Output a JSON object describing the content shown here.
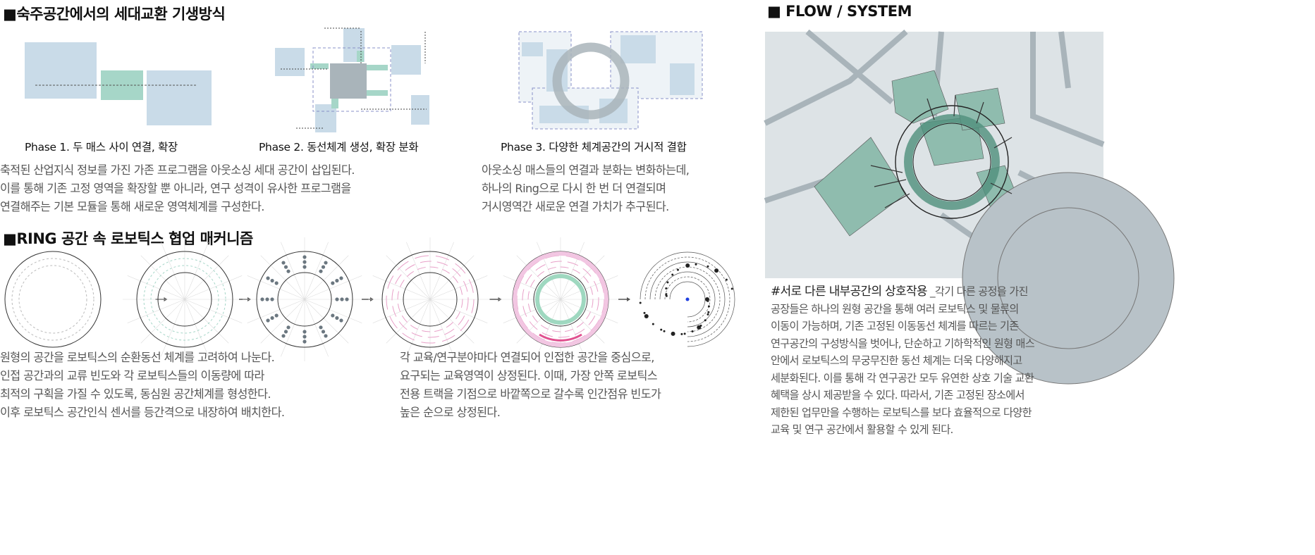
{
  "section1": {
    "title": "■숙주공간에서의 세대교환 기생방식",
    "phases": [
      "Phase 1. 두 매스 사이 연결, 확장",
      "Phase 2. 동선체계 생성, 확장 분화",
      "Phase 3. 다양한 체계공간의 거시적 결합"
    ],
    "para_left": [
      "축적된 산업지식 정보를 가진 가존 프로그램을 아웃소싱 세대 공간이 삽입된다.",
      "이를 통해 기존 고정 영역을 확장할 뿐 아니라, 연구 성격이 유사한 프로그램을",
      "연결해주는 기본 모듈을 통해 새로운 영역체계를 구성한다."
    ],
    "para_right": [
      "아웃소싱 매스들의 연결과 분화는 변화하는데,",
      "하나의 Ring으로 다시 한 번 더 연결되며",
      "거시영역간 새로운 연결 가치가 추구된다."
    ]
  },
  "section2": {
    "title": "■RING 공간 속 로보틱스 협업 매커니즘",
    "para_left": [
      "원형의 공간을 로보틱스의 순환동선 체계를 고려하여 나눈다.",
      "인접 공간과의 교류 빈도와 각 로보틱스들의 이동량에 따라",
      "최적의 구획을 가질 수 있도록, 동심원 공간체계를 형성한다.",
      "이후 로보틱스 공간인식 센서를 등간격으로 내장하여 배치한다."
    ],
    "para_right": [
      "각 교육/연구분야마다 연결되어 인접한 공간을 중심으로,",
      "요구되는 교육영역이 상정된다. 이때, 가장 안쪽 로보틱스",
      "전용 트랙을 기점으로 바깥쪽으로 갈수록 인간점유 빈도가",
      "높은 순으로 상정된다."
    ]
  },
  "flow": {
    "title": "■ FLOW / SYSTEM",
    "lead": "#서로 다른 내부공간의 상호작용",
    "lines": [
      "_각기 다른 공정을 가진",
      "공장들은 하나의 원형  공간을 통해 여러 로보틱스 및 물류의",
      "이동이 가능하며, 기존 고정된 이동동선 체계를 따르는 기존",
      "연구공간의 구성방식을 벗어나, 단순하고 기하학적인 원형 매스",
      "안에서 로보틱스의 무궁무진한 동선 체계는 더욱 다양해지고",
      "세분화된다. 이를 통해 각 연구공간 모두 유연한 상호 기술 교환",
      "혜택을 상시 제공받을 수 있다. 따라서, 기존 고정된 장소에서",
      "제한된 업무만을 수행하는 로보틱스를 보다 효율적으로 다양한",
      "교육 및 연구 공간에서 활용할 수 있게 된다."
    ]
  },
  "colors": {
    "blue": "#c9dbe8",
    "teal": "#a6d6c8",
    "pink": "#e8a0c8",
    "green": "#9fd8c0",
    "map_bg": "#dde3e6",
    "building": "#8fbcae"
  }
}
